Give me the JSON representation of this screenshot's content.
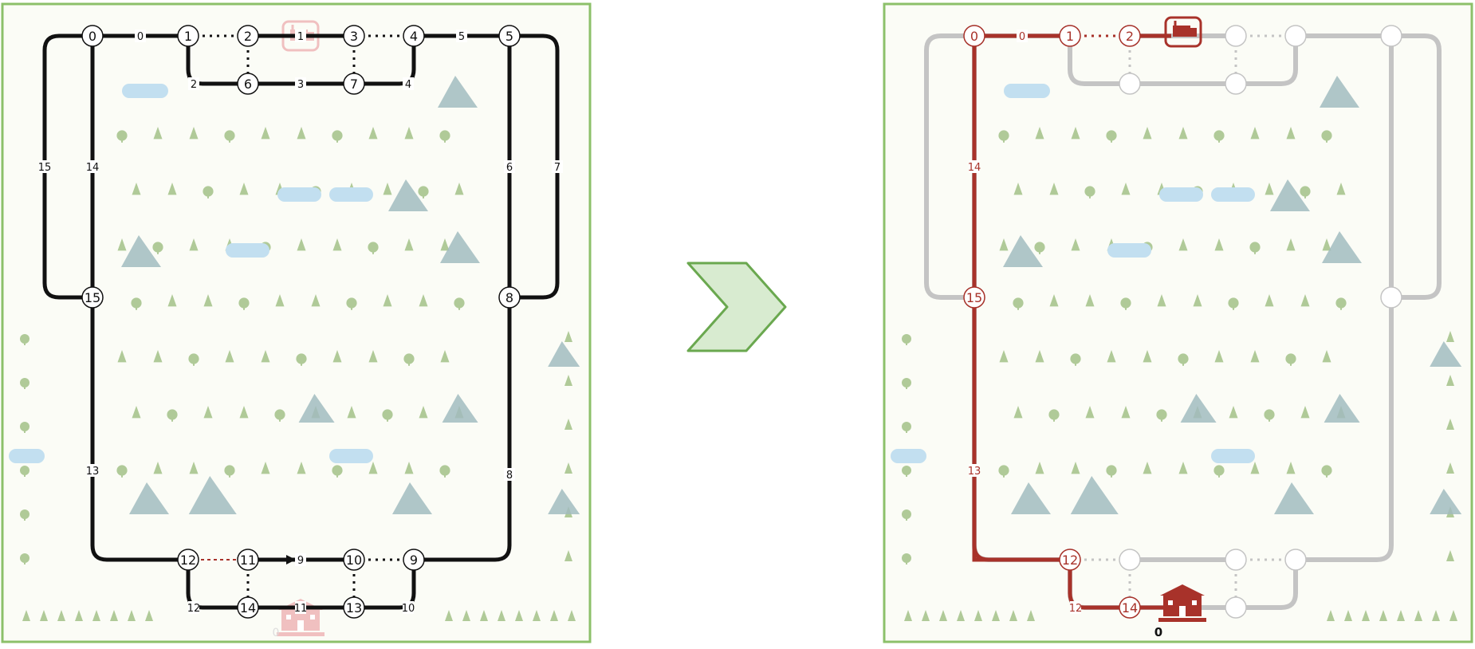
{
  "colors": {
    "panel_border": "#8cc06a",
    "panel_bg": "#fbfcf6",
    "track_black": "#111111",
    "track_red": "#a8322a",
    "track_gray": "#c4c4c4",
    "arrow_fill": "#d8ebd0",
    "arrow_stroke": "#6aa84f",
    "scenery_tree": "#a7c48e",
    "scenery_mountain": "#98b4b8",
    "scenery_lake": "#bcdcf0"
  },
  "left_panel": {
    "nodes": [
      "0",
      "1",
      "2",
      "3",
      "4",
      "5",
      "6",
      "7",
      "8",
      "9",
      "10",
      "11",
      "12",
      "13",
      "14",
      "15"
    ],
    "edge_labels": [
      "0",
      "1",
      "2",
      "3",
      "4",
      "5",
      "6",
      "7",
      "8",
      "9",
      "10",
      "11",
      "12",
      "13",
      "14",
      "15"
    ],
    "station_label": "0",
    "icons": [
      "train-icon",
      "school-icon"
    ]
  },
  "arrow": {
    "icon": "chevron-right-icon"
  },
  "right_panel": {
    "nodes": [
      "0",
      "1",
      "2",
      "15",
      "12",
      "14"
    ],
    "edge_labels": [
      "0",
      "14",
      "13",
      "12"
    ],
    "station_label": "0",
    "icons": [
      "train-icon",
      "school-icon"
    ]
  }
}
